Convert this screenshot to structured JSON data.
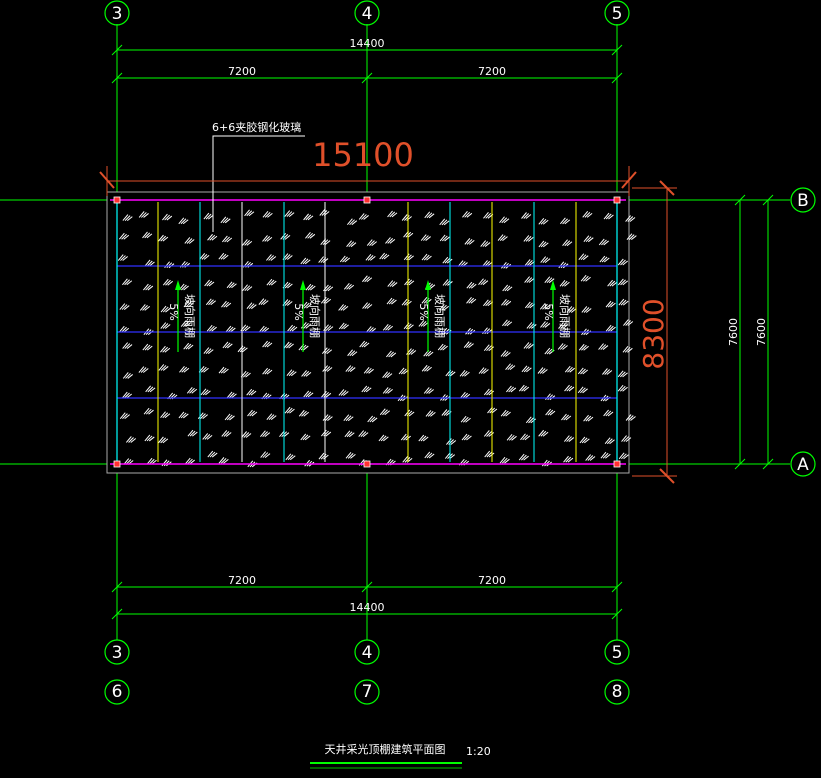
{
  "axes_top": [
    "3",
    "4",
    "5"
  ],
  "axes_bottom": [
    "3",
    "4",
    "5"
  ],
  "axes_alt_bottom": [
    "6",
    "7",
    "8"
  ],
  "axes_right": [
    "B",
    "A"
  ],
  "dims": {
    "total_top": "14400",
    "bay_top_left": "7200",
    "bay_top_right": "7200",
    "total_bottom": "14400",
    "bay_bottom_left": "7200",
    "bay_bottom_right": "7200",
    "right_inner": "7600",
    "right_outer": "7600",
    "overall_width": "15100",
    "overall_depth": "8300"
  },
  "glass_note": "6+6夹胶钢化玻璃",
  "slopes": [
    {
      "value": "5%",
      "text": "坡向雨棚"
    },
    {
      "value": "5%",
      "text": "坡向雨棚"
    },
    {
      "value": "5%",
      "text": "坡向雨棚"
    },
    {
      "value": "5%",
      "text": "坡向雨棚"
    }
  ],
  "title": "天井采光顶棚建筑平面图",
  "scale": "1:20",
  "colors": {
    "grid": "#00ff00",
    "text": "#ffffff",
    "beam_magenta": "#ff00ff",
    "purlin_blue": "#3030ff",
    "mullion_yellow": "#ffff00",
    "mullion_cyan": "#00ffff",
    "dim_orange": "#e0502a",
    "node_red": "#ff3030"
  }
}
